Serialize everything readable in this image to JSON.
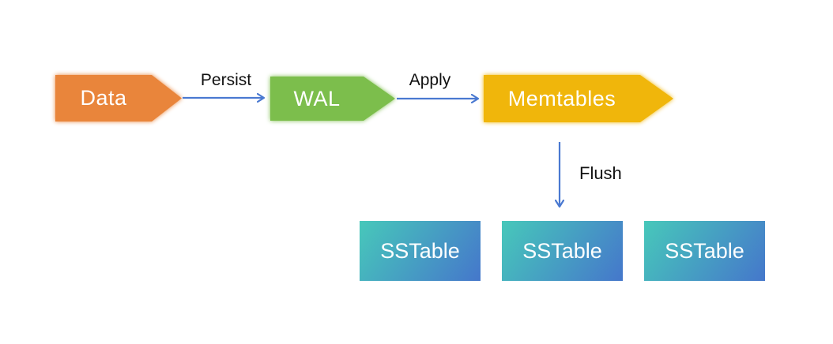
{
  "diagram": {
    "nodes": {
      "data": {
        "label": "Data",
        "color": "#E9853B"
      },
      "wal": {
        "label": "WAL",
        "color": "#7CBE4C"
      },
      "memtables": {
        "label": "Memtables",
        "color": "#F0B60B"
      }
    },
    "edges": {
      "persist": {
        "label": "Persist"
      },
      "apply": {
        "label": "Apply"
      },
      "flush": {
        "label": "Flush"
      }
    },
    "sstables": [
      {
        "label": "SSTable"
      },
      {
        "label": "SSTable"
      },
      {
        "label": "SSTable"
      }
    ],
    "colors": {
      "arrow": "#4A79D1",
      "edge_label_text": "#111111",
      "node_text": "#FFFFFF",
      "sstable_gradient_start": "#47C8BA",
      "sstable_gradient_end": "#4577CB",
      "background": "#FFFFFF"
    }
  }
}
